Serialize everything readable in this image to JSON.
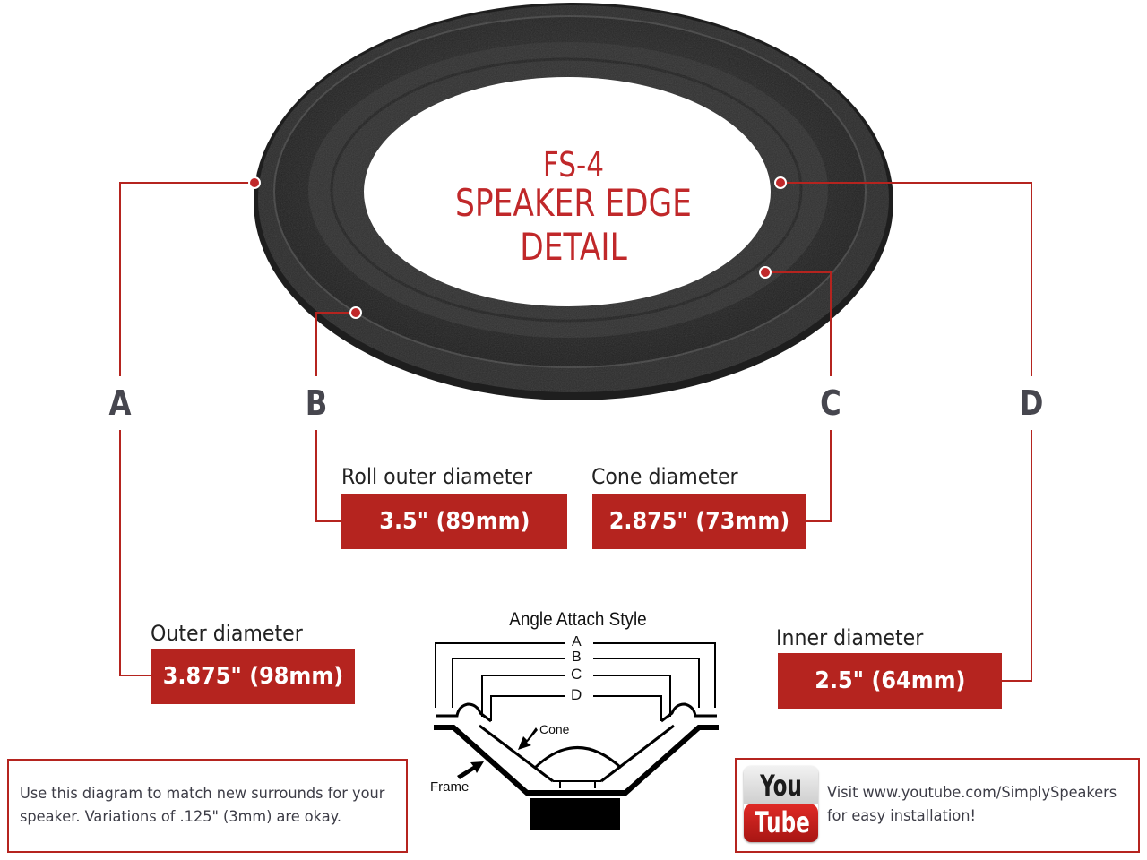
{
  "title": {
    "model": "FS-4",
    "subtitle": "SPEAKER EDGE DETAIL"
  },
  "markers": {
    "A": "A",
    "B": "B",
    "C": "C",
    "D": "D"
  },
  "measurements": {
    "outer": {
      "label": "Outer diameter",
      "value": "3.875\" (98mm)"
    },
    "roll_outer": {
      "label": "Roll outer diameter",
      "value": "3.5\" (89mm)"
    },
    "cone": {
      "label": "Cone diameter",
      "value": "2.875\" (73mm)"
    },
    "inner": {
      "label": "Inner diameter",
      "value": "2.5\" (64mm)"
    }
  },
  "attach_diagram": {
    "title": "Angle Attach Style",
    "labels": [
      "A",
      "B",
      "C",
      "D"
    ],
    "cone_label": "Cone",
    "frame_label": "Frame"
  },
  "notes": {
    "left_line1": "Use this diagram to match new surrounds for your",
    "left_line2": "speaker. Variations of .125\" (3mm) are okay.",
    "right_line1": "Visit www.youtube.com/SimplySpeakers",
    "right_line2": "for easy installation!"
  },
  "youtube_logo": {
    "top": "You",
    "bottom": "Tube"
  },
  "colors": {
    "accent_red": "#b5241f",
    "title_red": "#c0282a",
    "letter_gray": "#46464e",
    "rubber_black": "#2a2a2a"
  }
}
